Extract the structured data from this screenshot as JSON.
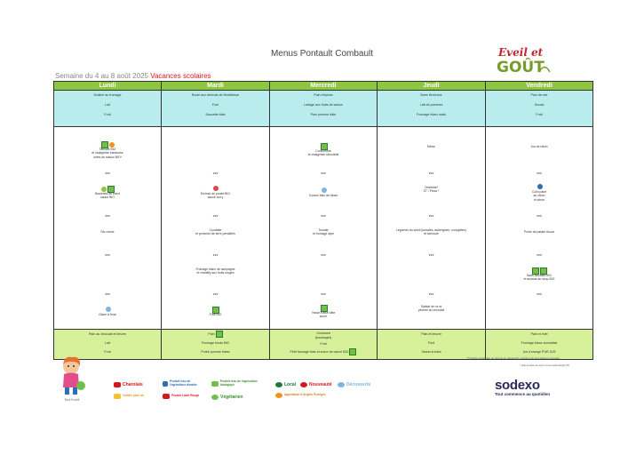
{
  "header": {
    "title": "Menus Pontault Combault",
    "week_label": "Semaine du 4 au 8 août 2025",
    "vacation_label": "Vacances scolaires",
    "logo_text_top": "Eveil et",
    "logo_text_bottom": "GOÛT"
  },
  "days": [
    "Lundi",
    "Mardi",
    "Mercredi",
    "Jeudi",
    "Vendredi"
  ],
  "starters": [
    [
      "Gratiné au fromage",
      "Lait",
      "Fruit"
    ],
    [
      "Roulé aux abricots de Montélimar",
      "Fruit",
      "Saucette bâte"
    ],
    [
      "Pain d'épices",
      "Laitage aux fruits de saison",
      "Pain pomme bâte"
    ],
    [
      "Barre Bretonne",
      "Lait de pommes",
      "Fromage blanc battu"
    ],
    [
      "Pain de mie",
      "Gouda",
      "Fruit"
    ]
  ],
  "mains": [
    {
      "blocks": [
        {
          "lines": [
            "Taboulé BIO",
            "et vinaigrette framboise",
            "orties de saison BIO*"
          ]
        },
        {
          "lines": [
            "Boulettes de bœuf",
            "sauce BIO"
          ]
        },
        {
          "lines": [
            "Riz créole"
          ]
        },
        {
          "lines": []
        },
        {
          "lines": [
            "Glace à l'eau"
          ]
        }
      ],
      "sep": "***"
    },
    {
      "blocks": [
        {
          "lines": []
        },
        {
          "lines": [
            "Émincé de poulet BIO",
            "sauce curry"
          ]
        },
        {
          "lines": [
            "Coudette",
            "et pommes de terre persillées"
          ]
        },
        {
          "lines": [
            "Fromage blanc de campagne",
            "et chantilly aux fruits rouges"
          ]
        },
        {
          "lines": [
            "Fruit BIO"
          ]
        }
      ],
      "sep": "***"
    },
    {
      "blocks": [
        {
          "lines": [
            "Concombre",
            "et vinaigrette ciboulette"
          ]
        },
        {
          "lines": [
            "Cordon bleu de dinde"
          ]
        },
        {
          "lines": [
            "Tomate",
            "et fromage râpé"
          ]
        },
        {
          "lines": []
        },
        {
          "lines": [
            "Yaourt fraise bâte",
            "sucre"
          ]
        }
      ],
      "sep": "***"
    },
    {
      "blocks": [
        {
          "lines": [
            "Melon"
          ]
        },
        {
          "lines": [
            "Omelette*",
            "ST / Pizza *"
          ]
        },
        {
          "lines": [
            "Légumes du soleil (tomates, aubergines, courgettes)",
            "et semoule"
          ]
        },
        {
          "lines": []
        },
        {
          "lines": [
            "Salade de riz et",
            "pêches au chocolat"
          ]
        }
      ],
      "sep": "***"
    },
    {
      "blocks": [
        {
          "lines": [
            "Jus de raisin"
          ]
        },
        {
          "lines": [
            "Colin pané",
            "au citron",
            "et citron"
          ]
        },
        {
          "lines": [
            "Purée de patate douce"
          ]
        },
        {
          "lines": [
            "Saint-Nectaire BIO",
            "et ananas au sirop BIO"
          ]
        },
        {
          "lines": []
        }
      ],
      "sep": "***"
    }
  ],
  "snacks": [
    [
      "Pain au chocolat et beurre",
      "Lait",
      "Fruit"
    ],
    [
      "Pain",
      "Fromage fondu BIO",
      "Purée pomme fraise"
    ],
    [
      "Croissant",
      "(boulanger)",
      "Fruit",
      "Petit fromage frais et sucre de canne BIO"
    ],
    [
      "Pain et beurre",
      "Fruit",
      "Yaourt à boire"
    ],
    [
      "Pain et miel",
      "Fromage blanc aromatisé",
      "Jus d'orange PUR JUS"
    ]
  ],
  "notes": {
    "note1": "* Produits contenant ou fournis en dessert(s) conforme(s) à la gestion courante",
    "note2": "* plat à base de porc si non autorisé(s) (P)"
  },
  "legend": {
    "charolais": "Charolais",
    "durable": "Produit issu de l'agriculture durable",
    "bio": "Produit issu de l'agriculture biologique",
    "local": "Local",
    "nouveaute": "Nouveauté",
    "decouverte": "Découverte",
    "plein_air": "Volaille plein air",
    "label_rouge": "Produit Label Rouge",
    "vegetarien": "Végétarien",
    "aop": "Appellation d'Origine Protégée"
  },
  "mascot_label": "Tout Fruité",
  "footer": {
    "brand": "sodexo",
    "tagline": "Tout commence au quotidien"
  },
  "colors": {
    "header_green": "#8dc63f",
    "starter_cyan": "#b9ecec",
    "snack_green": "#d7f09a",
    "vacation_red": "#d8161e",
    "sodexo_navy": "#2a295c"
  }
}
